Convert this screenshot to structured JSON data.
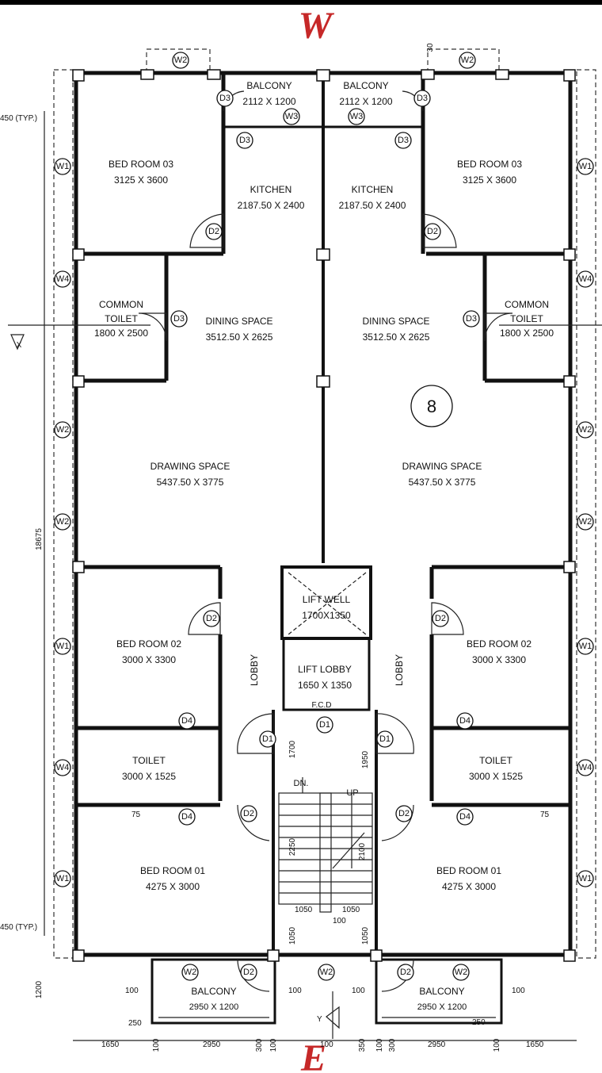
{
  "compass": {
    "top": "W",
    "bottom": "E"
  },
  "rooms": {
    "bed03_l": {
      "name": "BED ROOM 03",
      "size": "3125 X 3600"
    },
    "bed03_r": {
      "name": "BED ROOM 03",
      "size": "3125 X 3600"
    },
    "balcony_tl": {
      "name": "BALCONY",
      "size": "2112 X 1200"
    },
    "balcony_tr": {
      "name": "BALCONY",
      "size": "2112 X 1200"
    },
    "kitchen_l": {
      "name": "KITCHEN",
      "size": "2187.50 X 2400"
    },
    "kitchen_r": {
      "name": "KITCHEN",
      "size": "2187.50 X 2400"
    },
    "ctoilet_l": {
      "name1": "COMMON",
      "name2": "TOILET",
      "size": "1800 X 2500"
    },
    "ctoilet_r": {
      "name1": "COMMON",
      "name2": "TOILET",
      "size": "1800 X 2500"
    },
    "dining_l": {
      "name": "DINING SPACE",
      "size": "3512.50 X 2625"
    },
    "dining_r": {
      "name": "DINING SPACE",
      "size": "3512.50 X 2625"
    },
    "drawing_l": {
      "name": "DRAWING SPACE",
      "size": "5437.50 X 3775"
    },
    "drawing_r": {
      "name": "DRAWING SPACE",
      "size": "5437.50 X 3775"
    },
    "liftwell": {
      "name": "LIFT WELL",
      "size": "1700X1350"
    },
    "liftlobby": {
      "name": "LIFT LOBBY",
      "size": "1650 X 1350"
    },
    "lobby_l": {
      "name": "LOBBY"
    },
    "lobby_r": {
      "name": "LOBBY"
    },
    "bed02_l": {
      "name": "BED ROOM 02",
      "size": "3000 X 3300"
    },
    "bed02_r": {
      "name": "BED ROOM 02",
      "size": "3000 X 3300"
    },
    "toilet_l": {
      "name": "TOILET",
      "size": "3000 X 1525"
    },
    "toilet_r": {
      "name": "TOILET",
      "size": "3000 X 1525"
    },
    "bed01_l": {
      "name": "BED ROOM 01",
      "size": "4275 X 3000"
    },
    "bed01_r": {
      "name": "BED ROOM 01",
      "size": "4275 X 3000"
    },
    "balcony_bl": {
      "name": "BALCONY",
      "size": "2950 X 1200"
    },
    "balcony_br": {
      "name": "BALCONY",
      "size": "2950 X 1200"
    }
  },
  "labels": {
    "fcd": "F.C.D",
    "dn": "DN.",
    "up": "UP",
    "flat_no": "8",
    "typ": "450 (TYP.)",
    "overall": "18675",
    "axis_x": "X",
    "axis_y": "Y"
  },
  "tags": {
    "d1": "D1",
    "d2": "D2",
    "d3": "D3",
    "d4": "D4",
    "w1": "W1",
    "w2": "W2",
    "w3": "W3",
    "w4": "W4"
  },
  "dims": {
    "d1700": "1700",
    "d1950": "1950",
    "d2250": "2250",
    "d2100": "2100",
    "d1050": "1050",
    "d100": "100",
    "d1200": "1200",
    "d250": "250",
    "d75": "75",
    "d1650": "1650",
    "d2950": "2950",
    "d300": "300",
    "d350": "350",
    "d30": "30"
  }
}
